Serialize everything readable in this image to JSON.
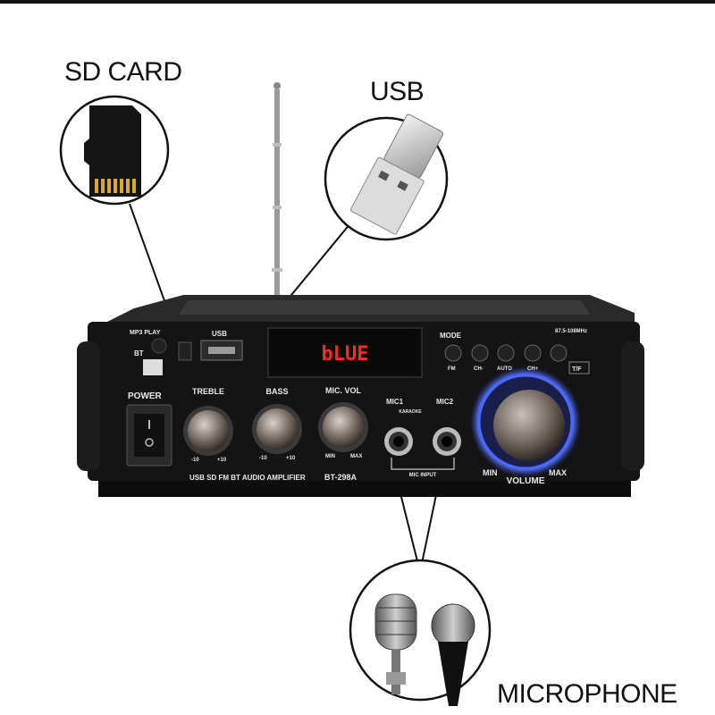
{
  "callouts": {
    "sd_card": "SD CARD",
    "usb": "USB",
    "microphone": "MICROPHONE"
  },
  "amplifier": {
    "display_text": "bLUE",
    "model_line": "USB SD FM BT AUDIO AMPLIFIER",
    "model": "BT-298A",
    "power_label": "POWER",
    "mp3_label": "MP3 PLAY",
    "bt_label": "BT",
    "usb_port_label": "USB",
    "knobs": [
      {
        "label": "TREBLE",
        "min": "-10",
        "max": "+10"
      },
      {
        "label": "BASS",
        "min": "-10",
        "max": "+10"
      },
      {
        "label": "MIC. VOL",
        "min": "MIN",
        "max": "MAX"
      }
    ],
    "mic_inputs": [
      "MIC1",
      "MIC2"
    ],
    "karaoke_label": "KARAOKE",
    "mic_input_label": "MIC INPUT",
    "mode_label": "MODE",
    "button_labels": [
      "FM",
      "CH-",
      "AUTO",
      "CH+"
    ],
    "fm_range": "87.5-108MHz",
    "tf_label": "T/F",
    "volume": {
      "label": "VOLUME",
      "min": "MIN",
      "max": "MAX"
    }
  },
  "colors": {
    "body": "#141414",
    "lcd_red": "#ff2a2a",
    "volume_glow": "#3a5bff"
  }
}
